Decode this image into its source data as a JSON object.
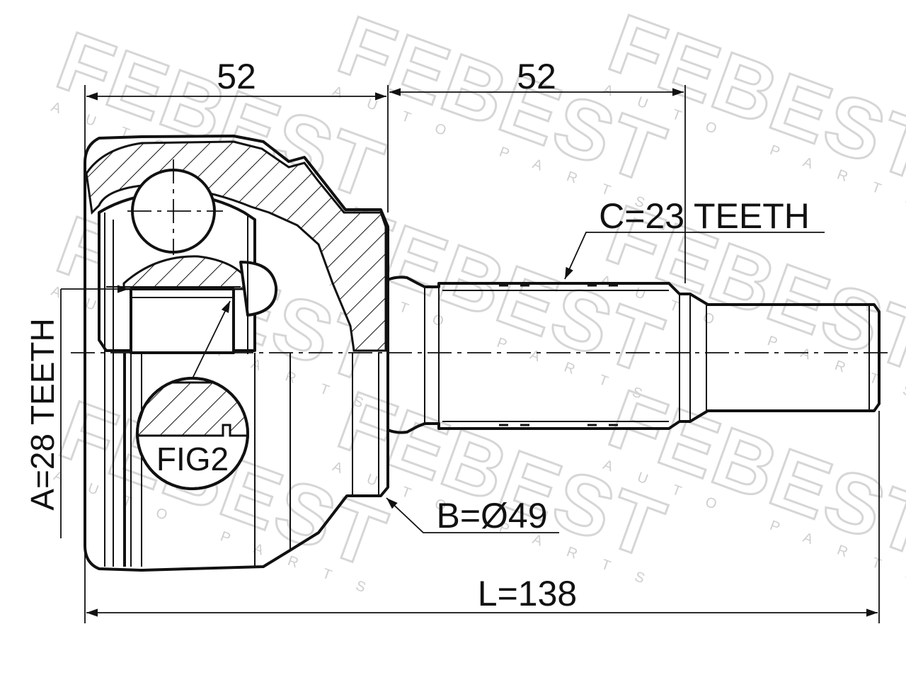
{
  "watermark": {
    "brand": "FEBEST",
    "tagline": "AUTO PARTS"
  },
  "dimensions": {
    "top_left": "52",
    "top_right": "52",
    "spline_c": "C=23 TEETH",
    "spline_a": "A=28 TEETH",
    "diameter_b": "B=Ø49",
    "length_l": "L=138",
    "fig_label": "FIG2"
  }
}
